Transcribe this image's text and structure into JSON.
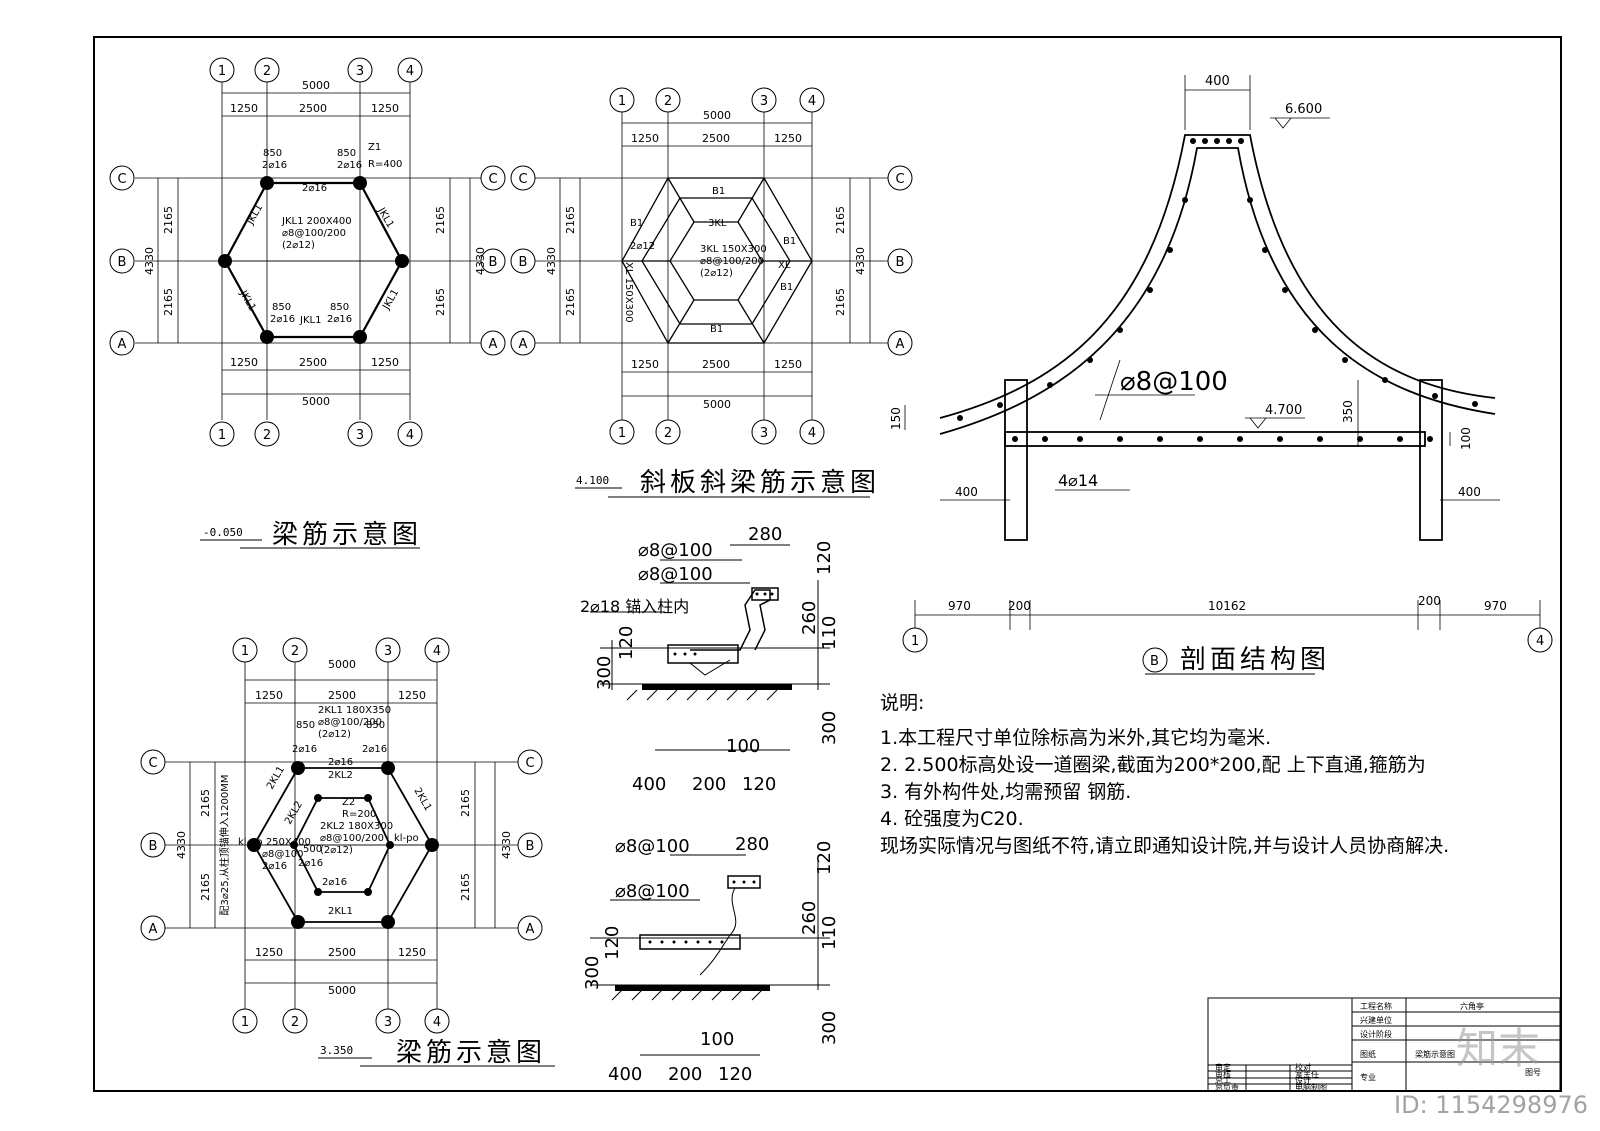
{
  "plan1": {
    "grid_cols": [
      "1",
      "2",
      "3",
      "4"
    ],
    "grid_rows": [
      "C",
      "B",
      "A"
    ],
    "dims_x_total": "5000",
    "dims_x": [
      "1250",
      "2500",
      "1250"
    ],
    "dims_y": [
      "2165",
      "2165"
    ],
    "dim_y_total": "4330",
    "beam_labels": [
      "850",
      "2⌀16",
      "850",
      "2⌀16",
      "Z1",
      "R=400",
      "2⌀16",
      "JKL1 200X400",
      "⌀8@100/200",
      "(2⌀12)",
      "850",
      "2⌀16",
      "JKL1",
      "850",
      "2⌀16",
      "JKL1",
      "JKL1",
      "JKL1",
      "JKL1"
    ],
    "title_elev": "-0.050",
    "title": "梁筋示意图"
  },
  "plan2": {
    "grid_cols": [
      "1",
      "2",
      "3",
      "4"
    ],
    "grid_rows": [
      "C",
      "B",
      "A"
    ],
    "dims_x_total": "5000",
    "dims_x": [
      "1250",
      "2500",
      "1250"
    ],
    "dims_y": [
      "2165",
      "2165"
    ],
    "dim_y_total": "4330",
    "beam_labels": [
      "3KL 150X300",
      "⌀8@100/200",
      "(2⌀12)",
      "XL 150X300",
      "B1",
      "B1",
      "B1",
      "B1",
      "B1",
      "2⌀12",
      "3KL",
      "XL"
    ],
    "title_elev": "4.100",
    "title": "斜板斜梁筋示意图"
  },
  "plan3": {
    "grid_cols": [
      "1",
      "2",
      "3",
      "4"
    ],
    "grid_rows": [
      "C",
      "B",
      "A"
    ],
    "dims_x_total": "5000",
    "dims_x": [
      "1250",
      "2500",
      "1250"
    ],
    "dims_y": [
      "2165",
      "2165"
    ],
    "dim_y_total": "4330",
    "beam_labels": [
      "2KL1 180X350",
      "⌀8@100/200",
      "(2⌀12)",
      "850",
      "2⌀16",
      "850",
      "2⌀16",
      "2⌀16",
      "2KL2",
      "Z2",
      "R=200",
      "2KL2 180X300",
      "⌀8@100/200",
      "(2⌀12)",
      "500",
      "2⌀16",
      "2⌀16",
      "2KL1",
      "kl-po 250X400",
      "⌀8@100",
      "2⌀16",
      "kl-po",
      "2KL1",
      "2KL1",
      "2KL2"
    ],
    "side_note": "配3⌀25,从柱顶锚伸入1200MM",
    "title_elev": "3.350",
    "title": "梁筋示意图"
  },
  "detail1": {
    "labels": [
      "280",
      "⌀8@100",
      "⌀8@100",
      "2⌀18 锚入柱内",
      "120",
      "260",
      "110",
      "120",
      "300",
      "300",
      "100",
      "400",
      "200",
      "120"
    ]
  },
  "detail2": {
    "labels": [
      "280",
      "⌀8@100",
      "⌀8@100",
      "120",
      "260",
      "110",
      "120",
      "300",
      "300",
      "100",
      "400",
      "200",
      "120"
    ]
  },
  "section": {
    "top_width": "400",
    "top_elev": "6.600",
    "rebar": "⌀8@100",
    "mid_elev": "4.700",
    "dim_350": "350",
    "dim_150": "150",
    "dim_100": "100",
    "rebar_bottom": "4⌀14",
    "left_400": "400",
    "right_400": "400",
    "bottom_dims": [
      "970",
      "200",
      "10162",
      "200",
      "970"
    ],
    "axis_left": "1",
    "axis_right": "4",
    "title_axis": "B",
    "title": "剖面结构图"
  },
  "notes": {
    "heading": "说明:",
    "items": [
      "1.本工程尺寸单位除标高为米外,其它均为毫米.",
      "2. 2.500标高处设一道圈梁,截面为200*200,配        上下直通,箍筋为",
      "3. 有外构件处,均需预留          钢筋.",
      "4. 砼强度为C20.",
      "现场实际情况与图纸不符,请立即通知设计院,并与设计人员协商解决."
    ]
  },
  "title_block": {
    "rows_left": [
      "审定",
      "审核",
      "总工",
      "总负责"
    ],
    "rows_mid": [
      "校对",
      "室主任",
      "设计",
      "电脑制图"
    ],
    "rows_right_labels": [
      "工程名称",
      "兴建单位",
      "设计阶段",
      "图纸",
      "专业"
    ],
    "project_name": "六角亭",
    "drawing_name": "梁筋示意图",
    "stamp": "图号"
  },
  "watermark": {
    "logo": "知末",
    "id": "ID: 1154298976"
  }
}
